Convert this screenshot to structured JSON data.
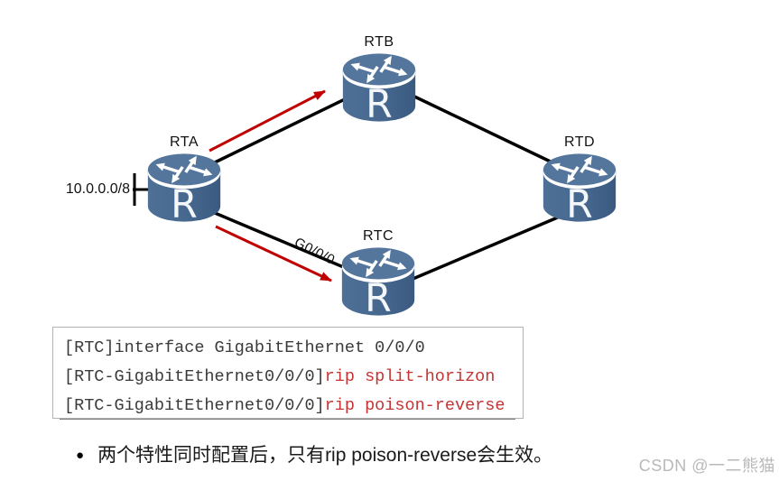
{
  "diagram": {
    "routers": {
      "rta": {
        "label": "RTA"
      },
      "rtb": {
        "label": "RTB"
      },
      "rtc": {
        "label": "RTC"
      },
      "rtd": {
        "label": "RTD"
      }
    },
    "router_letter": "R",
    "network_label": "10.0.0.0/8",
    "interface_label": "G0/0/0",
    "link_color": "#000000",
    "arrow_color": "#c00000",
    "router_body_color": "#46678e",
    "router_top_color": "#54769c"
  },
  "console": {
    "border_color": "#b3b3b3",
    "shadow_color": "#7d7d7d",
    "text_color": "#3a3a3a",
    "highlight_color": "#c53434",
    "lines": [
      {
        "prompt": "[RTC]interface GigabitEthernet 0/0/0",
        "command": ""
      },
      {
        "prompt": "[RTC-GigabitEthernet0/0/0]",
        "command": "rip split-horizon"
      },
      {
        "prompt": "[RTC-GigabitEthernet0/0/0]",
        "command": "rip poison-reverse"
      }
    ]
  },
  "note": {
    "bullet": "●",
    "before": "两个特性同时配置后，只有",
    "code": "rip poison-reverse",
    "after": "会生效。"
  },
  "watermark": "CSDN @一二熊猫"
}
